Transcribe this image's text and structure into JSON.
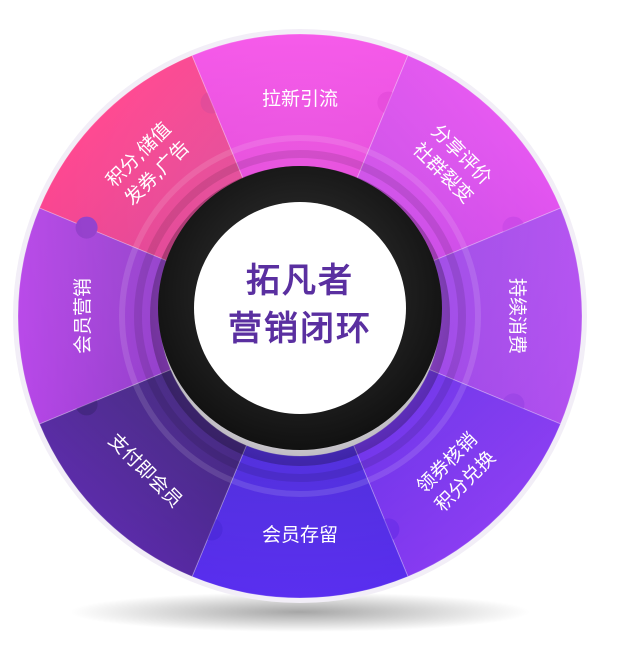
{
  "center": {
    "line1": "拓凡者",
    "line2": "营销闭环"
  },
  "segments": [
    {
      "id": "points",
      "line1": "积分,储值",
      "line2": "发券,广告",
      "color_a": "#ff3d8a",
      "color_b": "#e0398f"
    },
    {
      "id": "acquire",
      "line1": "拉新引流",
      "line2": "",
      "color_a": "#f54ce8",
      "color_b": "#e43ad9"
    },
    {
      "id": "share",
      "line1": "分享评价",
      "line2": "社群裂变",
      "color_a": "#e44df0",
      "color_b": "#c93de6"
    },
    {
      "id": "consume",
      "line1": "持续消费",
      "line2": "",
      "color_a": "#b24ef0",
      "color_b": "#9a3fe6"
    },
    {
      "id": "coupon",
      "line1": "领券核销",
      "line2": "积分兑换",
      "color_a": "#8a3cf2",
      "color_b": "#6c2cea"
    },
    {
      "id": "retain",
      "line1": "会员存留",
      "line2": "",
      "color_a": "#5a2ff0",
      "color_b": "#4a26dc"
    },
    {
      "id": "pay",
      "line1": "支付即会员",
      "line2": "",
      "color_a": "#5a2aa8",
      "color_b": "#3e1f7e"
    },
    {
      "id": "marketing",
      "line1": "会员营销",
      "line2": "",
      "color_a": "#b744e8",
      "color_b": "#8e34c9"
    }
  ]
}
